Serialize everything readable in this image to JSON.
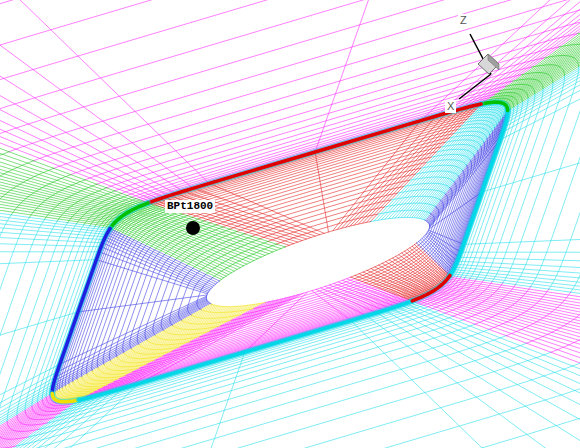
{
  "diagram": {
    "labels": [
      "BPt1800",
      "Z",
      "X"
    ]
  }
}
